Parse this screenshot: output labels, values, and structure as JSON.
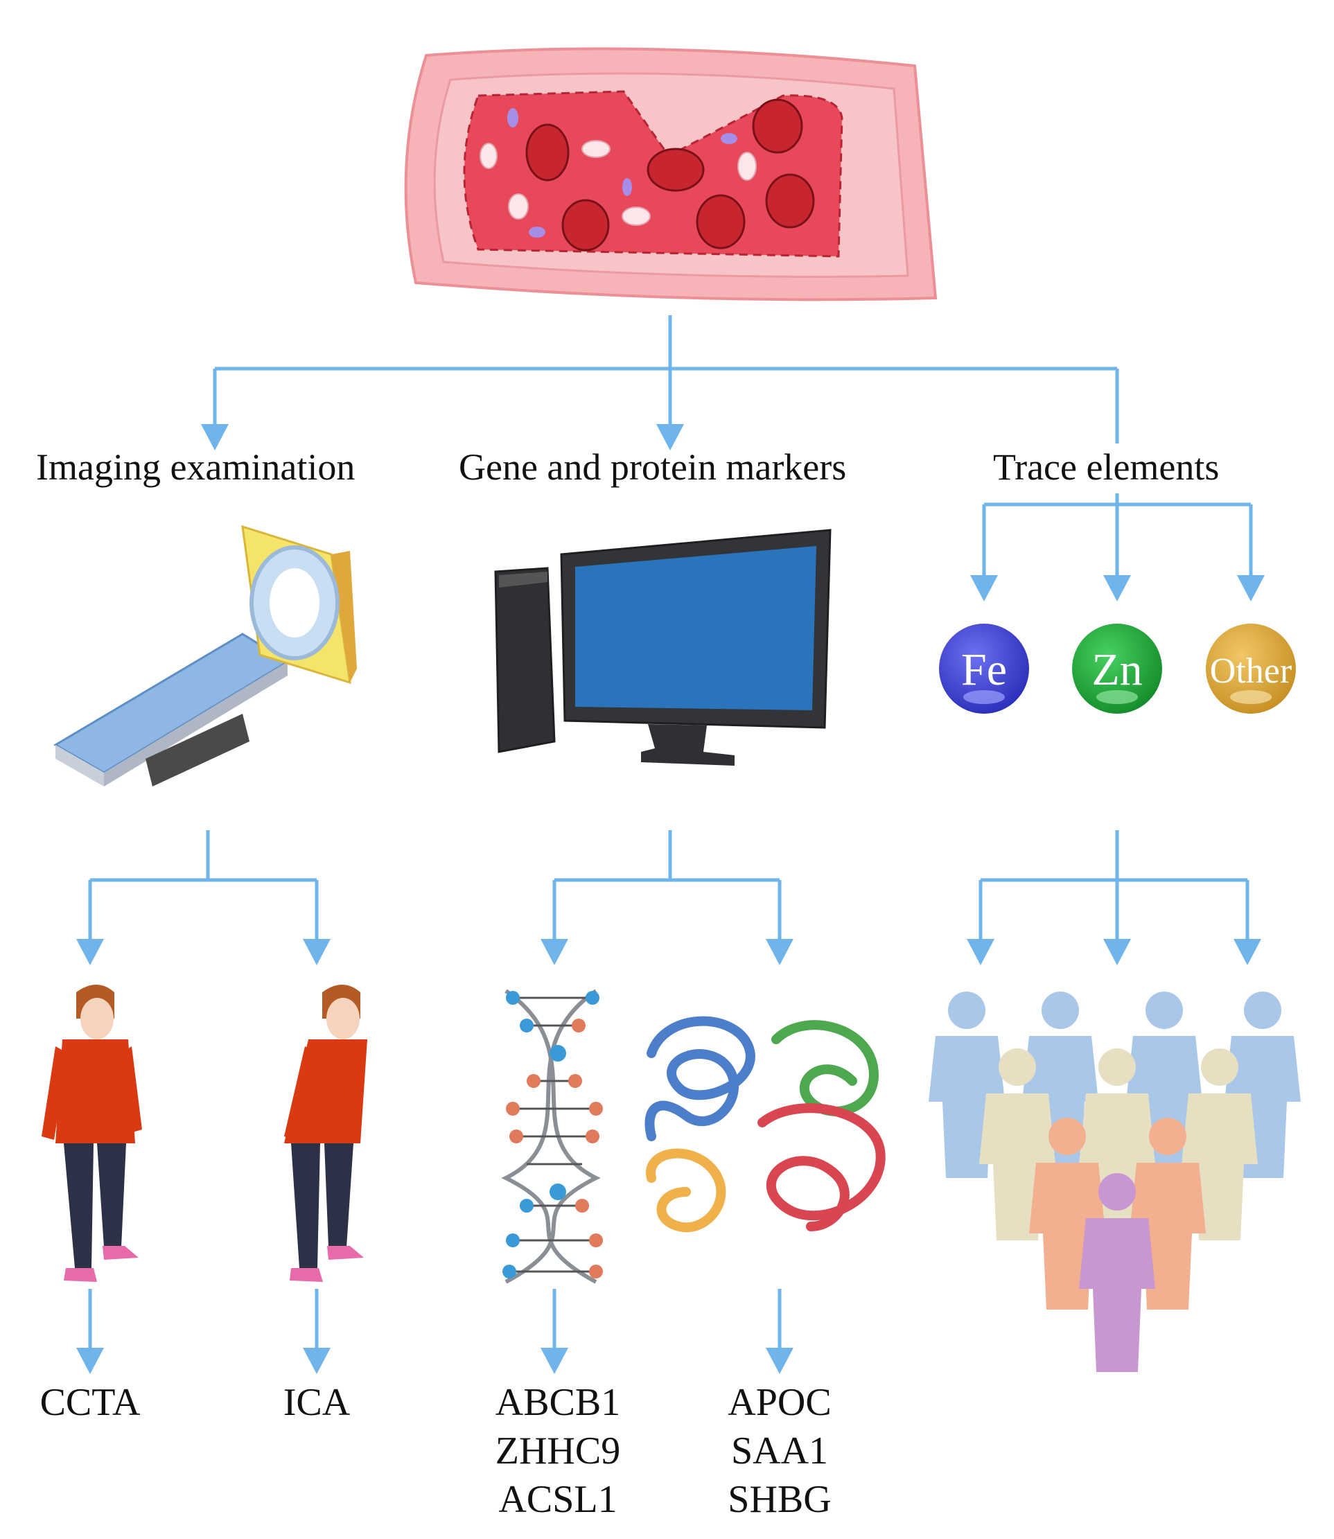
{
  "categories": {
    "imaging": "Imaging examination",
    "gene_protein": "Gene and protein markers",
    "trace": "Trace elements"
  },
  "trace_balls": [
    {
      "label": "Fe",
      "color": "#3b3fd6"
    },
    {
      "label": "Zn",
      "color": "#20a13a"
    },
    {
      "label": "Other",
      "color": "#d9a73a"
    }
  ],
  "imaging_methods": [
    "CCTA",
    "ICA"
  ],
  "gene_markers": [
    "ABCB1",
    "ZHHC9",
    "ACSL1"
  ],
  "protein_markers": [
    "APOC",
    "SAA1",
    "SHBG"
  ],
  "colors": {
    "arrow": "#6fb4ea",
    "vessel_wall": "#f2a2aa",
    "blood": "#e8495a",
    "red_cell": "#c7262f",
    "monitor_screen": "#2a74bb",
    "jacket": "#d93a12"
  }
}
